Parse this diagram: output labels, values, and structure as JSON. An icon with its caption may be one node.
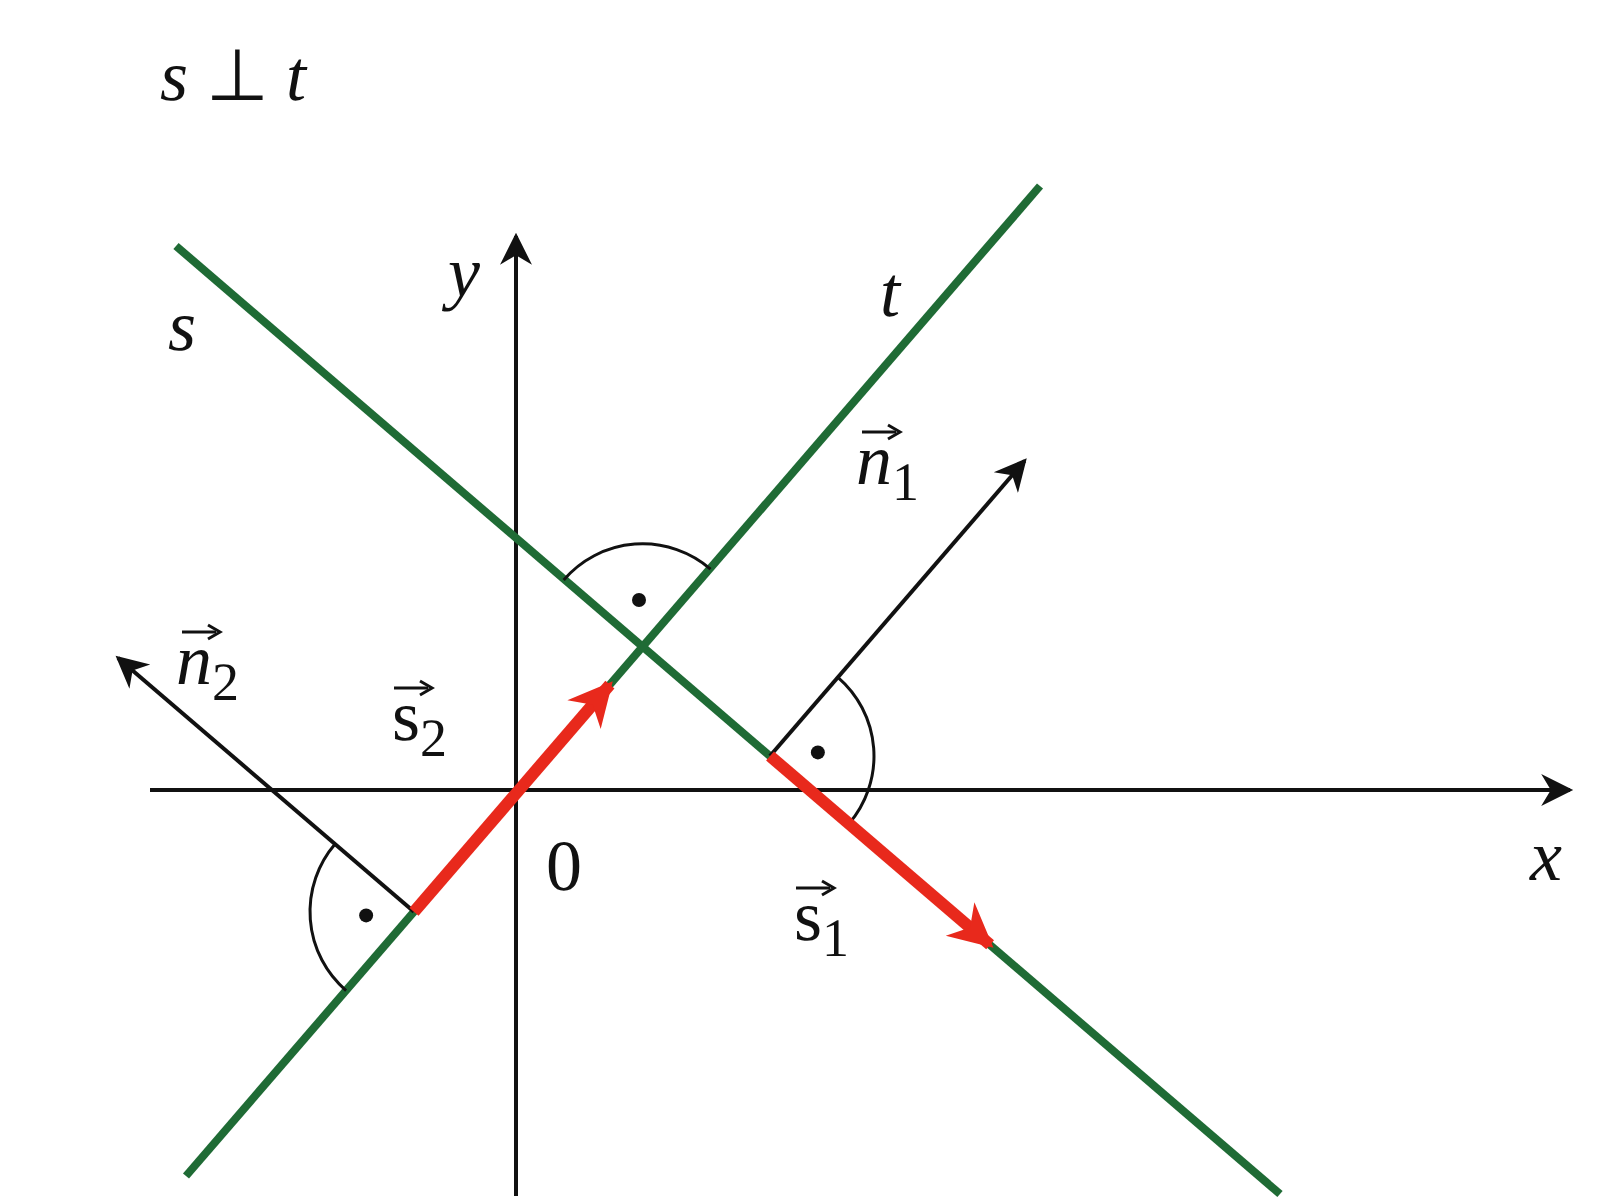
{
  "diagram": {
    "title": "*s* ⊥ *t*",
    "labels": [
      "s",
      "t",
      "y",
      "x",
      "0",
      "n$_{1}$",
      "n$_{2}$",
      "s$_{2}$",
      "s$_{1}$"
    ]
  }
}
